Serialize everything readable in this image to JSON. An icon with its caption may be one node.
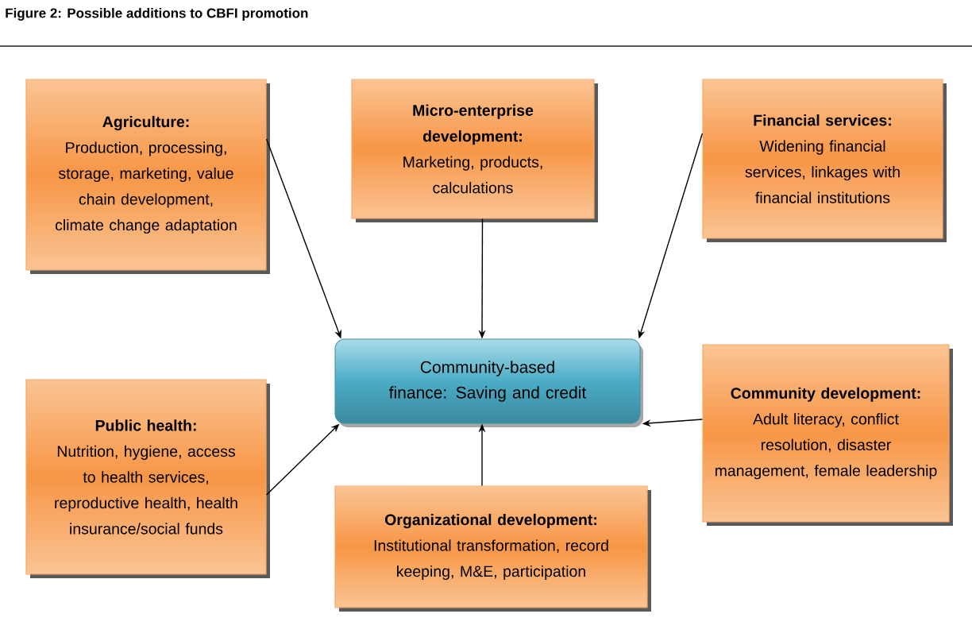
{
  "diagram": {
    "title": "Figure 2: Possible additions to CBFI promotion",
    "nodes": [
      {
        "text": [
          "Agriculture:",
          "Production, processing, storage, marketing, value chain development, climate change adaptation"
        ]
      },
      {
        "text": [
          "Micro-enterprise development:",
          "Marketing, products, calculations"
        ]
      },
      {
        "text": [
          "Financial services:",
          "Widening financial services, linkages with financial institutions"
        ]
      },
      {
        "text": [
          "Community-based finance: Saving and credit"
        ]
      },
      {
        "text": [
          "Public health:",
          "Nutrition, hygiene, access to health services, reproductive health, health insurance/social funds"
        ]
      },
      {
        "text": [
          "Community development:",
          "Adult literacy, conflict resolution, disaster management, female leadership"
        ]
      },
      {
        "text": [
          "Organizational development:",
          "Institutional transformation, record keeping, M&E, participation"
        ]
      }
    ],
    "edges": [
      {
        "from": 0,
        "to": 3,
        "arrow": "to"
      },
      {
        "from": 1,
        "to": 3,
        "arrow": "to"
      },
      {
        "from": 2,
        "to": 3,
        "arrow": "to"
      },
      {
        "from": 4,
        "to": 3,
        "arrow": "to"
      },
      {
        "from": 5,
        "to": 3,
        "arrow": "to"
      },
      {
        "from": 6,
        "to": 3,
        "arrow": "to"
      }
    ]
  }
}
